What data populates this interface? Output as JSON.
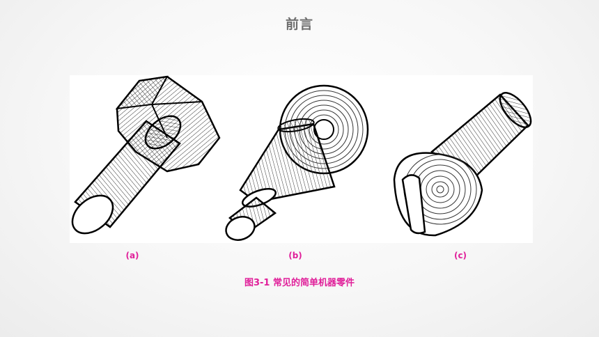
{
  "slide": {
    "title": "前言"
  },
  "figure": {
    "sub_labels": [
      "(a)",
      "(b)",
      "(c)"
    ],
    "caption": "图3-1  常见的简单机器零件"
  }
}
